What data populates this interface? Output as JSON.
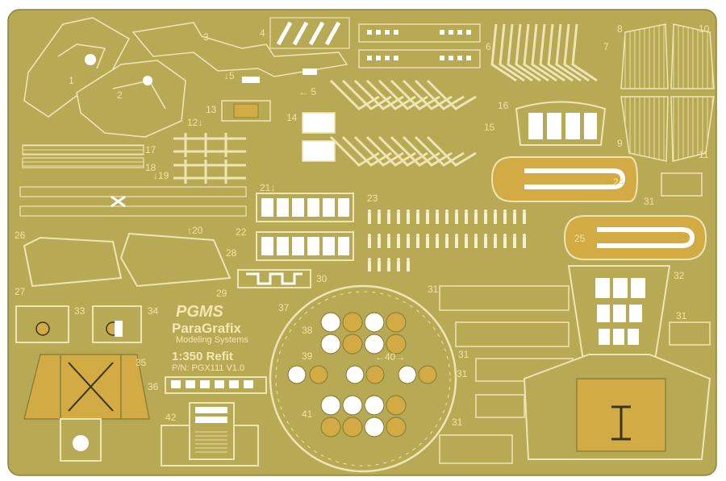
{
  "colors": {
    "brass": "#b8aa55",
    "brass_dark": "#8e8238",
    "gold": "#d3ab45",
    "etch": "#efe4b3",
    "void": "#ffffff"
  },
  "logo": {
    "mark": "PGMS",
    "brand": "ParaGrafix",
    "subtitle": "Modeling Systems",
    "scale": "1:350 Refit",
    "part_number": "P/N: PGX111 V1.0"
  },
  "labels": {
    "n1": "1",
    "n2": "2",
    "n3": "3",
    "n4": "4",
    "n5a": "↓5",
    "n5b": "← 5",
    "n6": "6",
    "n7": "7",
    "n8": "8",
    "n9": "9",
    "n10": "10",
    "n11": "11",
    "n12": "12↓",
    "n13": "13",
    "n14": "14",
    "n15": "15",
    "n16": "16",
    "n17": "17",
    "n18": "18",
    "n19": "↓19",
    "n20": "↑20",
    "n21": "21↓",
    "n22": "22",
    "n23": "23",
    "n24": "24",
    "n25": "25",
    "n26": "26",
    "n27": "27",
    "n28": "28",
    "n29": "29",
    "n30": "30",
    "n31a": "31",
    "n31b": "31",
    "n31c": "31",
    "n31d": "31",
    "n31e": "31",
    "n31f": "31",
    "n32": "32",
    "n33": "33",
    "n34": "34",
    "n35": "35",
    "n36": "36",
    "n37": "37",
    "n38": "38",
    "n39": "39",
    "n40": "←40→",
    "n41": "41",
    "n42": "42"
  }
}
